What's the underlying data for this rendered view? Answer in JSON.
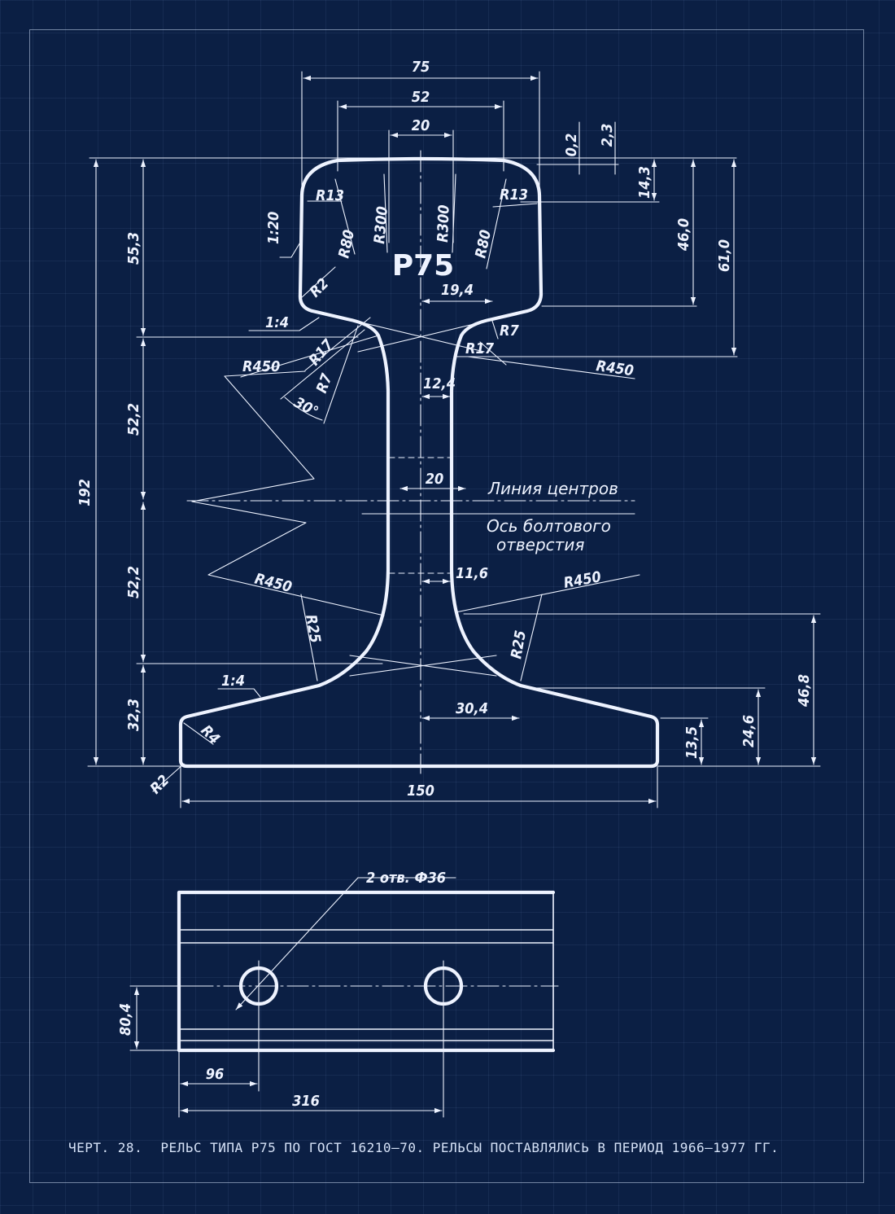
{
  "profile": {
    "name": "Р75",
    "dims": {
      "width_top": "75",
      "head_width": "52",
      "crown_width": "20",
      "d_02": "0,2",
      "d_23": "2,3",
      "d_143": "14,3",
      "d_460": "46,0",
      "d_610": "61,0",
      "height_total": "192",
      "d_553": "55,3",
      "d_522_a": "52,2",
      "d_522_b": "52,2",
      "d_323": "32,3",
      "neck_194": "19,4",
      "web_124": "12,4",
      "web_20": "20",
      "web_116": "11,6",
      "foot_304": "30,4",
      "foot_135": "13,5",
      "foot_246": "24,6",
      "foot_468": "46,8",
      "base_150": "150"
    },
    "radii": {
      "r13_left": "R13",
      "r13_right": "R13",
      "r80_left": "R80",
      "r80_right": "R80",
      "r300_left": "R300",
      "r300_right": "R300",
      "r2_head": "R2",
      "r2_foot": "R2",
      "r4": "R4",
      "r7_left": "R7",
      "r7_right": "R7",
      "r17_left": "R17",
      "r17_right": "R17",
      "r450_ul": "R450",
      "r450_ur": "R450",
      "r450_ll": "R450",
      "r450_lr": "R450",
      "r25_left": "R25",
      "r25_right": "R25"
    },
    "slopes": {
      "s120": "1:20",
      "s14_upper": "1:4",
      "s14_lower": "1:4",
      "angle": "30°"
    },
    "labels": {
      "centers_line": "Линия центров",
      "bolt_axis_1": "Ось болтового",
      "bolt_axis_2": "отверстия"
    }
  },
  "plan": {
    "holes_note": "2 отв. Ф36",
    "d_804": "80,4",
    "d_96": "96",
    "d_316": "316"
  },
  "caption": {
    "figure": "ЧЕРТ. 28.",
    "text": "РЕЛЬС ТИПА Р75 ПО ГОСТ 16210—70. РЕЛЬСЫ ПОСТАВЛЯЛИСЬ В ПЕРИОД 1966—1977 ГГ."
  },
  "colors": {
    "background": "#0b1f44",
    "ink": "#eef3ff"
  }
}
